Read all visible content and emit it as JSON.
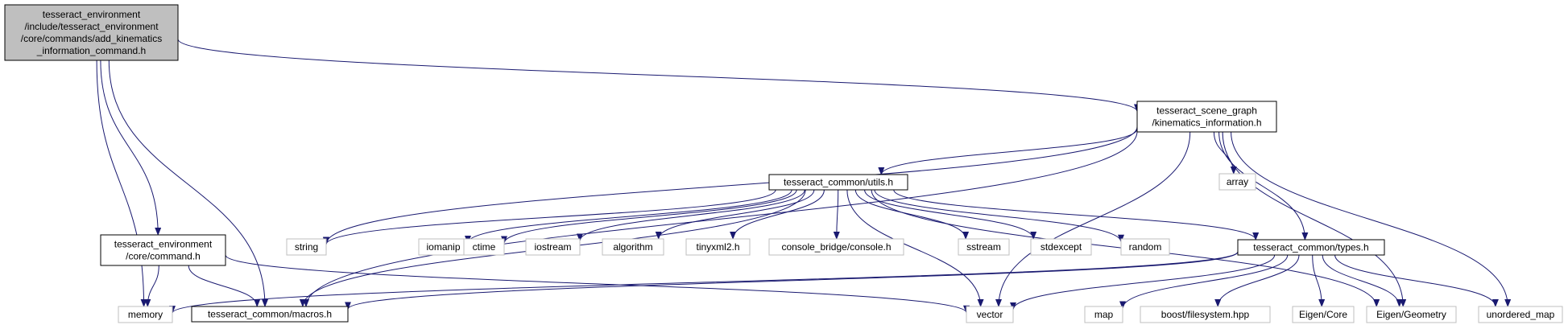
{
  "colors": {
    "edge": "#191970",
    "root_fill": "#bfbfbf",
    "documented_border": "#000000",
    "undocumented_border": "#bfbfbf",
    "background": "#ffffff"
  },
  "graph": {
    "nodes": [
      {
        "id": "root",
        "kind": "root",
        "lines": [
          "tesseract_environment",
          "/include/tesseract_environment",
          "/core/commands/add_kinematics",
          "_information_command.h"
        ]
      },
      {
        "id": "kin_info",
        "kind": "documented",
        "lines": [
          "tesseract_scene_graph",
          "/kinematics_information.h"
        ]
      },
      {
        "id": "utils",
        "kind": "documented",
        "lines": [
          "tesseract_common/utils.h"
        ]
      },
      {
        "id": "command",
        "kind": "documented",
        "lines": [
          "tesseract_environment",
          "/core/command.h"
        ]
      },
      {
        "id": "types",
        "kind": "documented",
        "lines": [
          "tesseract_common/types.h"
        ]
      },
      {
        "id": "macros",
        "kind": "documented",
        "lines": [
          "tesseract_common/macros.h"
        ]
      },
      {
        "id": "array",
        "kind": "system",
        "lines": [
          "array"
        ]
      },
      {
        "id": "string",
        "kind": "system",
        "lines": [
          "string"
        ]
      },
      {
        "id": "iomanip",
        "kind": "system",
        "lines": [
          "iomanip"
        ]
      },
      {
        "id": "ctime",
        "kind": "system",
        "lines": [
          "ctime"
        ]
      },
      {
        "id": "iostream",
        "kind": "system",
        "lines": [
          "iostream"
        ]
      },
      {
        "id": "algorithm",
        "kind": "system",
        "lines": [
          "algorithm"
        ]
      },
      {
        "id": "tinyxml2",
        "kind": "system",
        "lines": [
          "tinyxml2.h"
        ]
      },
      {
        "id": "console",
        "kind": "system",
        "lines": [
          "console_bridge/console.h"
        ]
      },
      {
        "id": "sstream",
        "kind": "system",
        "lines": [
          "sstream"
        ]
      },
      {
        "id": "stdexcept",
        "kind": "system",
        "lines": [
          "stdexcept"
        ]
      },
      {
        "id": "random",
        "kind": "system",
        "lines": [
          "random"
        ]
      },
      {
        "id": "memory",
        "kind": "system",
        "lines": [
          "memory"
        ]
      },
      {
        "id": "vector",
        "kind": "system",
        "lines": [
          "vector"
        ]
      },
      {
        "id": "map",
        "kind": "system",
        "lines": [
          "map"
        ]
      },
      {
        "id": "boost_fs",
        "kind": "system",
        "lines": [
          "boost/filesystem.hpp"
        ]
      },
      {
        "id": "eigen_core",
        "kind": "system",
        "lines": [
          "Eigen/Core"
        ]
      },
      {
        "id": "eigen_geom",
        "kind": "system",
        "lines": [
          "Eigen/Geometry"
        ]
      },
      {
        "id": "unordered_map",
        "kind": "system",
        "lines": [
          "unordered_map"
        ]
      }
    ],
    "edges": [
      {
        "from": "root",
        "to": "kin_info"
      },
      {
        "from": "root",
        "to": "command"
      },
      {
        "from": "root",
        "to": "memory"
      },
      {
        "from": "root",
        "to": "macros"
      },
      {
        "from": "kin_info",
        "to": "utils"
      },
      {
        "from": "kin_info",
        "to": "array"
      },
      {
        "from": "kin_info",
        "to": "string"
      },
      {
        "from": "kin_info",
        "to": "macros"
      },
      {
        "from": "kin_info",
        "to": "types"
      },
      {
        "from": "kin_info",
        "to": "vector"
      },
      {
        "from": "kin_info",
        "to": "eigen_geom"
      },
      {
        "from": "kin_info",
        "to": "unordered_map"
      },
      {
        "from": "utils",
        "to": "string"
      },
      {
        "from": "utils",
        "to": "iomanip"
      },
      {
        "from": "utils",
        "to": "ctime"
      },
      {
        "from": "utils",
        "to": "iostream"
      },
      {
        "from": "utils",
        "to": "algorithm"
      },
      {
        "from": "utils",
        "to": "tinyxml2"
      },
      {
        "from": "utils",
        "to": "console"
      },
      {
        "from": "utils",
        "to": "sstream"
      },
      {
        "from": "utils",
        "to": "stdexcept"
      },
      {
        "from": "utils",
        "to": "random"
      },
      {
        "from": "utils",
        "to": "vector"
      },
      {
        "from": "utils",
        "to": "macros"
      },
      {
        "from": "utils",
        "to": "types"
      },
      {
        "from": "utils",
        "to": "eigen_geom"
      },
      {
        "from": "command",
        "to": "memory"
      },
      {
        "from": "command",
        "to": "macros"
      },
      {
        "from": "command",
        "to": "vector"
      },
      {
        "from": "types",
        "to": "memory"
      },
      {
        "from": "types",
        "to": "macros"
      },
      {
        "from": "types",
        "to": "vector"
      },
      {
        "from": "types",
        "to": "map"
      },
      {
        "from": "types",
        "to": "boost_fs"
      },
      {
        "from": "types",
        "to": "eigen_core"
      },
      {
        "from": "types",
        "to": "eigen_geom"
      },
      {
        "from": "types",
        "to": "unordered_map"
      }
    ]
  }
}
